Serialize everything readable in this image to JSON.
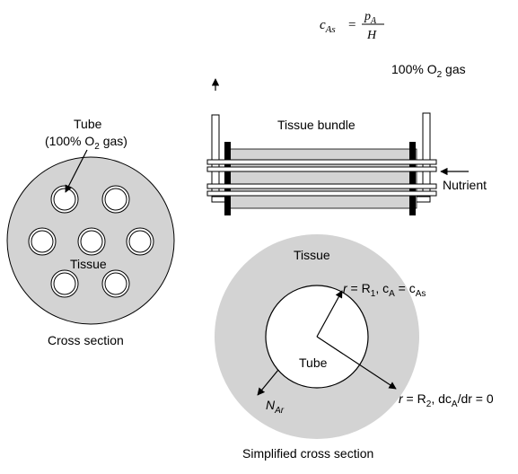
{
  "equation": {
    "lhs_symbol": "c",
    "lhs_sub": "As",
    "equals": "=",
    "numerator_symbol": "p",
    "numerator_sub": "A",
    "denominator": "H"
  },
  "top_right": {
    "gas_label_pre": "100% O",
    "gas_label_sub": "2",
    "gas_label_post": " gas",
    "bundle_label": "Tissue bundle",
    "nutrient_label": "Nutrient"
  },
  "left": {
    "tube_label_line1": "Tube",
    "tube_label_line2_pre": "(100% O",
    "tube_label_line2_sub": "2",
    "tube_label_line2_post": " gas)",
    "tissue_label": "Tissue",
    "caption": "Cross section"
  },
  "bottom_right": {
    "tissue_label": "Tissue",
    "tube_label": "Tube",
    "r1_pre": "r",
    "r1_eq": " = R",
    "r1_sub": "1",
    "r1_mid": ", c",
    "r1_sub2": "A",
    "r1_eq2": " = c",
    "r1_sub3": "As",
    "r2_pre": "r",
    "r2_eq": " = R",
    "r2_sub": "2",
    "r2_mid": ", dc",
    "r2_sub2": "A",
    "r2_post": "/dr = 0",
    "flux_symbol": "N",
    "flux_sub": "Ar",
    "caption": "Simplified cross section"
  },
  "colors": {
    "tissue_fill": "#d3d3d3",
    "line": "#000000",
    "tube_fill": "#ffffff"
  }
}
